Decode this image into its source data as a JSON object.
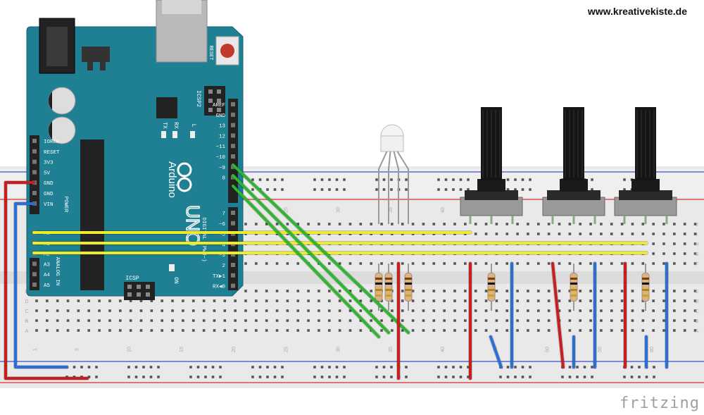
{
  "watermark": "www.kreativekiste.de",
  "brand": "fritzing",
  "arduino": {
    "model": "UNO",
    "logo_text": "Arduino",
    "reset_label": "RESET",
    "icsp_label": "ICSP",
    "icsp2_label": "ICSP2",
    "led_labels": [
      "TX",
      "RX",
      "L"
    ],
    "on_label": "ON",
    "digital_label": "DIGITAL (PWM~)",
    "power_label": "POWER",
    "analog_label": "ANALOG IN",
    "digital_pins": [
      "AREF",
      "GND",
      "13",
      "12",
      "~11",
      "~10",
      "~9",
      "8",
      "7",
      "~6",
      "~5",
      "4",
      "~3",
      "2",
      "TX▶1",
      "RX◀0"
    ],
    "power_pins": [
      "IOREF",
      "RESET",
      "3V3",
      "5V",
      "GND",
      "GND",
      "VIN"
    ],
    "analog_pins": [
      "A0",
      "A1",
      "A2",
      "A3",
      "A4",
      "A5"
    ]
  },
  "breadboard": {
    "column_numbers": [
      "1",
      "5",
      "10",
      "15",
      "20",
      "25",
      "30",
      "35",
      "40",
      "45",
      "50",
      "55",
      "60"
    ],
    "row_letters_top": [
      "J",
      "I",
      "H",
      "G",
      "F"
    ],
    "row_letters_bottom": [
      "E",
      "D",
      "C",
      "B",
      "A"
    ]
  },
  "colors": {
    "arduino": "#1f7f93",
    "wire_red": "#c81e1e",
    "wire_blue": "#2a6fd6",
    "wire_green": "#2fb52f",
    "wire_yellow": "#ecec2a",
    "breadboard": "#e9e9e9"
  },
  "components": {
    "potentiometers": 3,
    "resistors": 6,
    "rgb_led": 1
  }
}
